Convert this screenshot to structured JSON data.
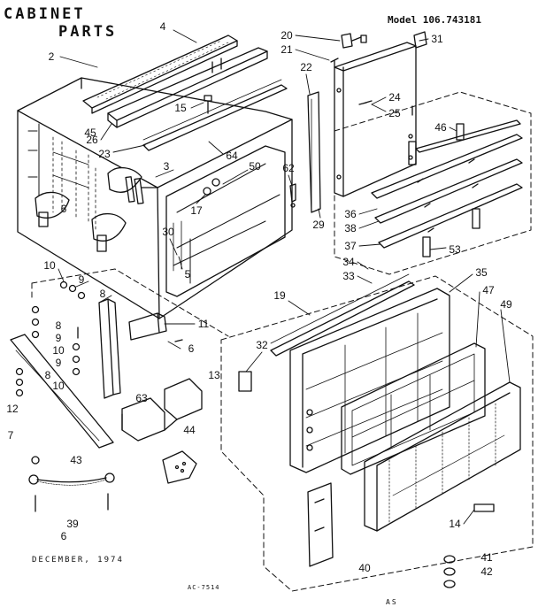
{
  "title_line1": "CABINET",
  "title_line2": "PARTS",
  "model": "Model  106.743181",
  "date": "DECEMBER, 1974",
  "ref": "AC-7514",
  "corner": "AS",
  "callouts": [
    "2",
    "4",
    "15",
    "26",
    "23",
    "64",
    "3",
    "50",
    "62",
    "17",
    "30",
    "5",
    "6",
    "20",
    "21",
    "31",
    "22",
    "24",
    "25",
    "29",
    "46",
    "36",
    "38",
    "37",
    "53",
    "34",
    "33",
    "35",
    "47",
    "49",
    "19",
    "32",
    "14",
    "10",
    "9",
    "8",
    "11",
    "6",
    "8",
    "9",
    "10",
    "9",
    "8",
    "10",
    "12",
    "7",
    "63",
    "13",
    "44",
    "43",
    "39",
    "6",
    "45",
    "40",
    "41",
    "42"
  ],
  "colors": {
    "ink": "#111111",
    "paper": "#ffffff"
  }
}
